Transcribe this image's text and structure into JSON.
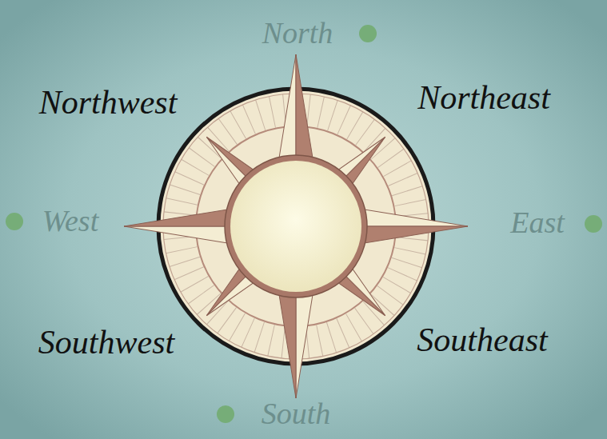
{
  "diagram": {
    "labels": [
      "North",
      "Northwest",
      "Northeast",
      "West",
      "East",
      "Southwest",
      "Southeast",
      "South"
    ]
  }
}
